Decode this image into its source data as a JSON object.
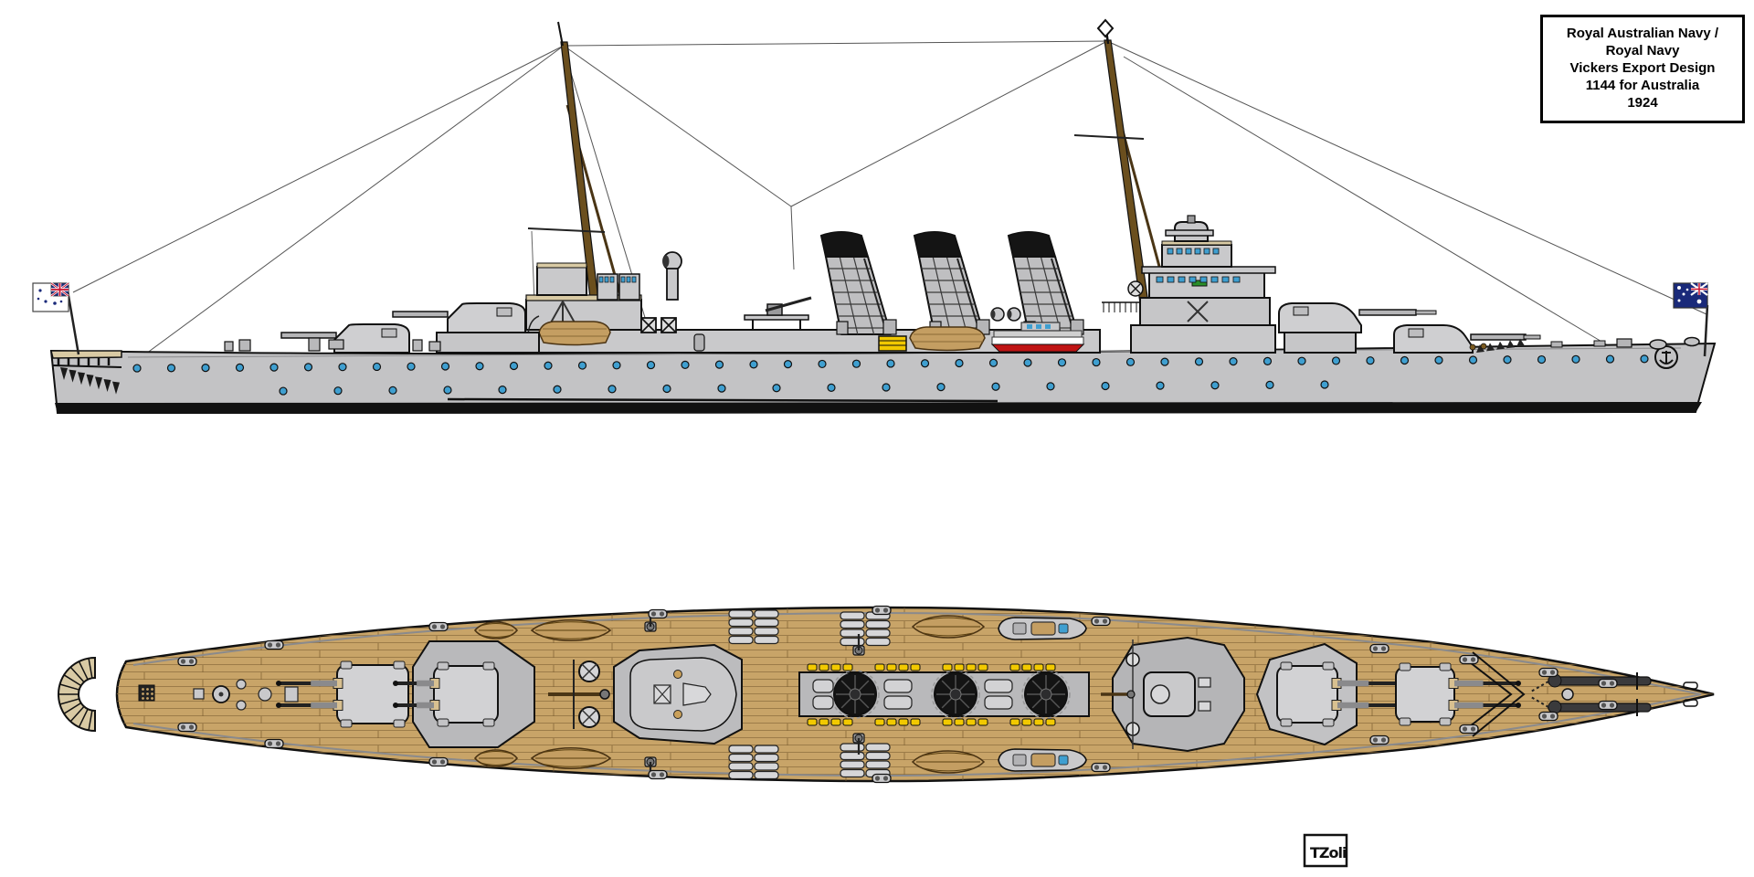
{
  "title_box": {
    "lines": [
      "Royal Australian Navy /",
      "Royal Navy",
      "Vickers Export Design",
      "1144 for Australia",
      "1924"
    ]
  },
  "signature": {
    "text": "TZoli"
  },
  "flags": {
    "stern_flag": "Australian White Ensign",
    "bow_flag": "Australian National Flag"
  },
  "ship": {
    "funnel_count": 3,
    "main_turret_count": 4,
    "mast_count": 2,
    "porthole_rows": 2,
    "views": [
      "side profile",
      "top plan"
    ]
  },
  "colors": {
    "hull_gray": "#c3c3c5",
    "superstructure_gray": "#c9c9cb",
    "funnel_gray": "#bfbfc1",
    "deck_tan": "#c8a468",
    "plank_line": "#8d6f3e",
    "walkway_tan": "#d9caa4",
    "funnel_black": "#141414",
    "porthole_blue": "#3f9fd0",
    "boat_wood": "#c49e62",
    "boat_red": "#c01414",
    "locker_yellow": "#f2c900",
    "mast_brown": "#6b4f1e",
    "flag_blue": "#1a2a7a",
    "flag_red": "#c8102e",
    "outline": "#111111"
  }
}
